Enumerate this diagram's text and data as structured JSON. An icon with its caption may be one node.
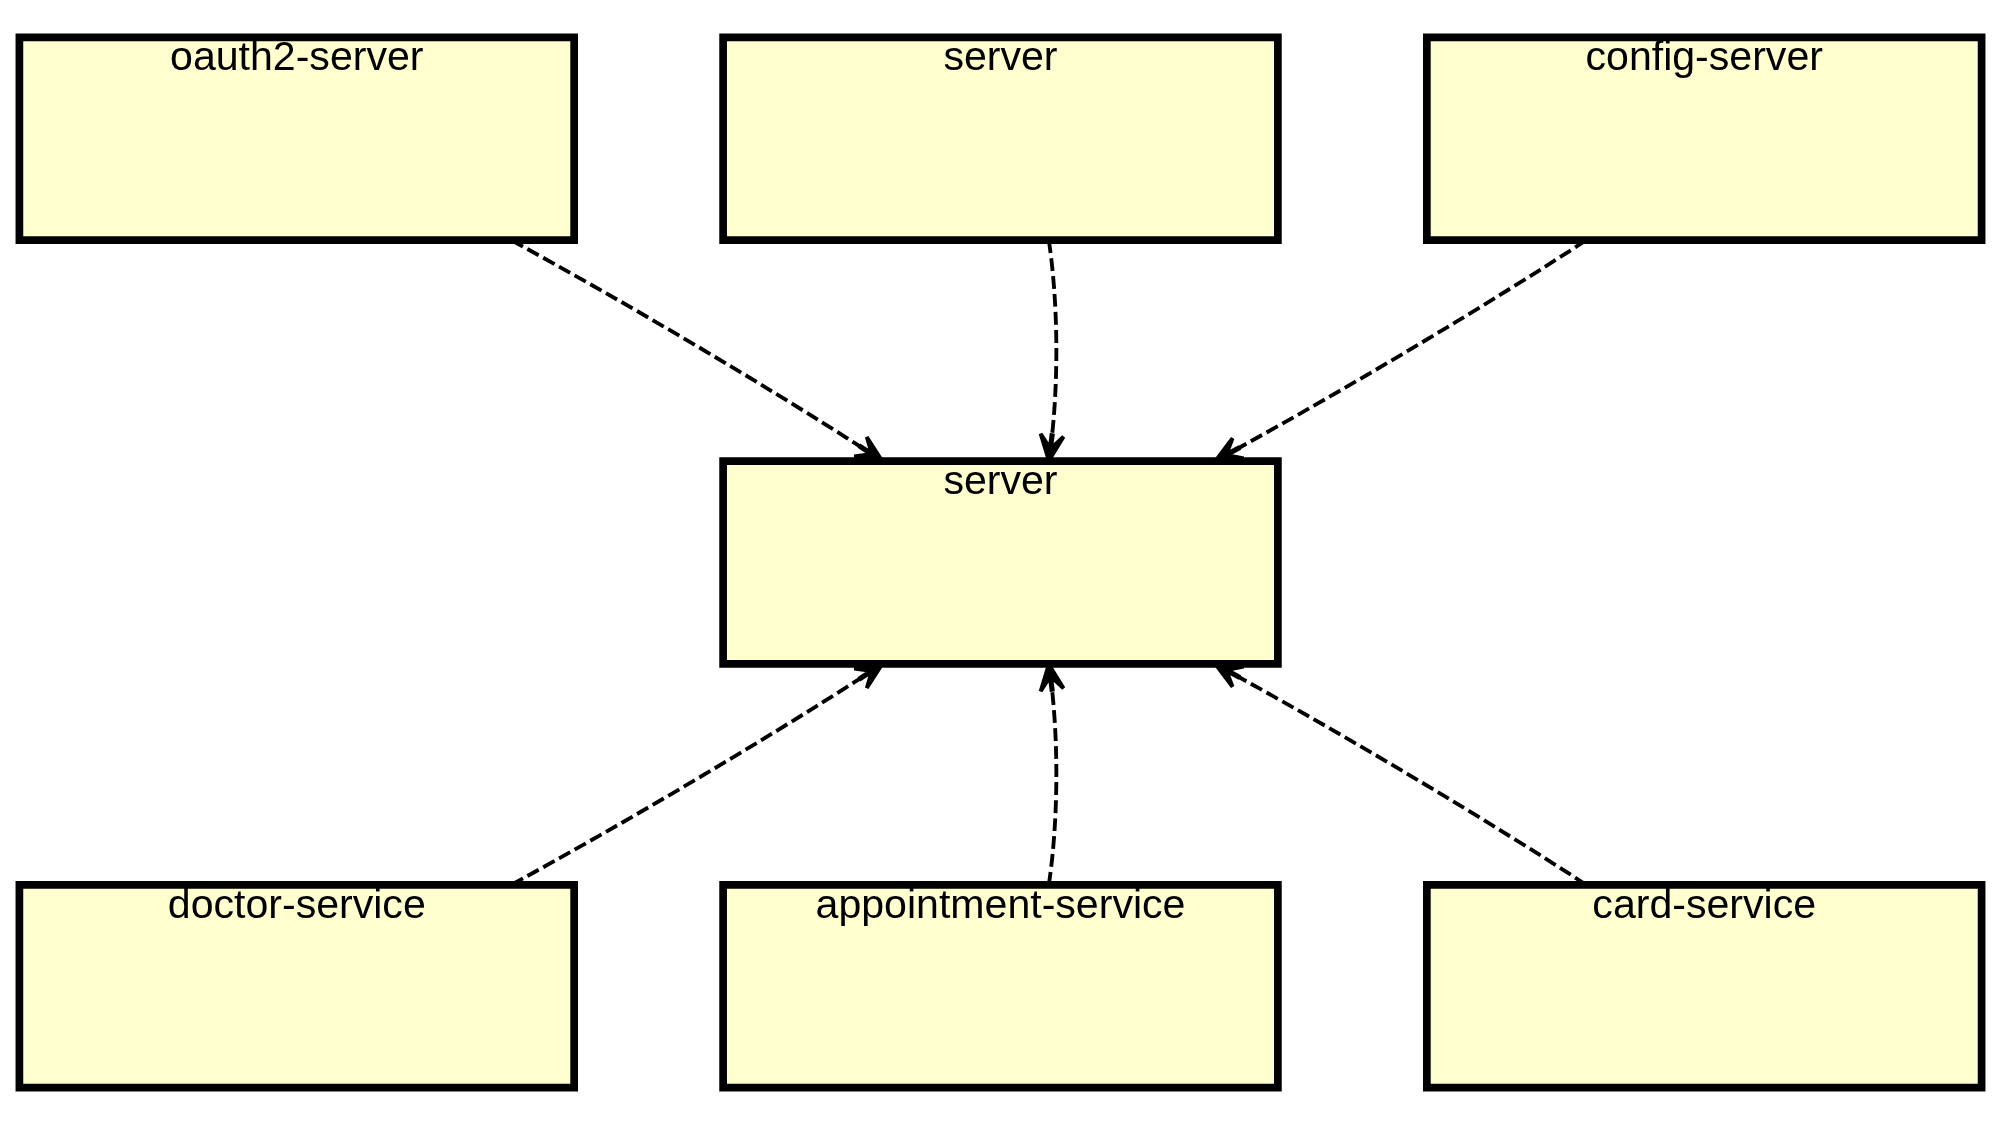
{
  "diagram": {
    "nodes": [
      {
        "text": [
          "oauth2-server"
        ]
      },
      {
        "text": [
          "server"
        ]
      },
      {
        "text": [
          "config-server"
        ]
      },
      {
        "text": [
          "server"
        ]
      },
      {
        "text": [
          "doctor-service"
        ]
      },
      {
        "text": [
          "appointment-service"
        ]
      },
      {
        "text": [
          "card-service"
        ]
      }
    ],
    "edges": [
      {
        "from": 1,
        "to": 3,
        "arrow": "to",
        "style": "dashed"
      },
      {
        "from": 0,
        "to": 3,
        "arrow": "to",
        "style": "dashed"
      },
      {
        "from": 2,
        "to": 3,
        "arrow": "to",
        "style": "dashed"
      },
      {
        "from": 4,
        "to": 3,
        "arrow": "to",
        "style": "dashed"
      },
      {
        "from": 5,
        "to": 3,
        "arrow": "to",
        "style": "dashed"
      },
      {
        "from": 6,
        "to": 3,
        "arrow": "to",
        "style": "dashed"
      }
    ]
  }
}
